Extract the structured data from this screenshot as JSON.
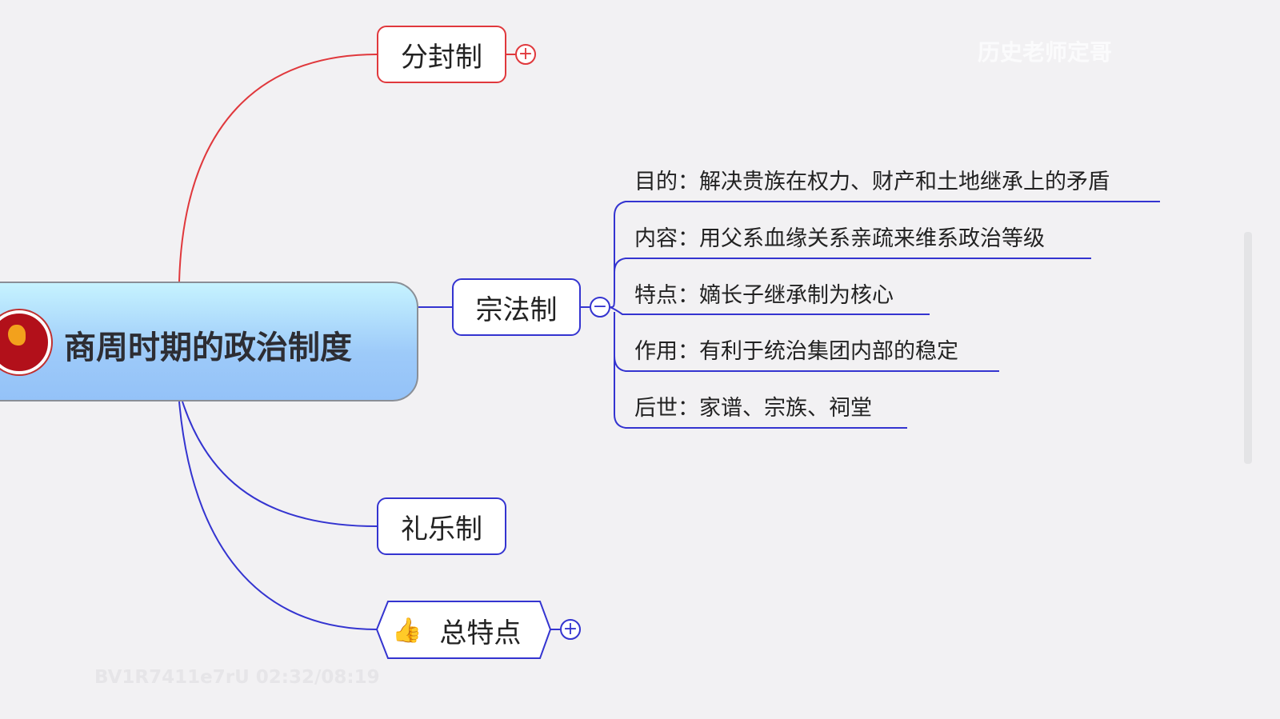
{
  "central": {
    "title": "商周时期的政治制度"
  },
  "branches": [
    {
      "label": "分封制",
      "toggle": "+"
    },
    {
      "label": "宗法制",
      "toggle": "−"
    },
    {
      "label": "礼乐制"
    },
    {
      "label": "总特点",
      "toggle": "+",
      "icon": "thumbs-up-icon"
    }
  ],
  "details": [
    "目的：解决贵族在权力、财产和土地继承上的矛盾",
    "内容：用父系血缘关系亲疏来维系政治等级",
    "特点：嫡长子继承制为核心",
    "作用：有利于统治集团内部的稳定",
    "后世：家谱、宗族、祠堂"
  ],
  "watermark": {
    "author": "历史老师定哥",
    "video_id": "BV1R7411e7rU 02:32/08:19"
  },
  "colors": {
    "red": "#e0383c",
    "blue": "#3434d0",
    "background": "#f2f1f3"
  }
}
